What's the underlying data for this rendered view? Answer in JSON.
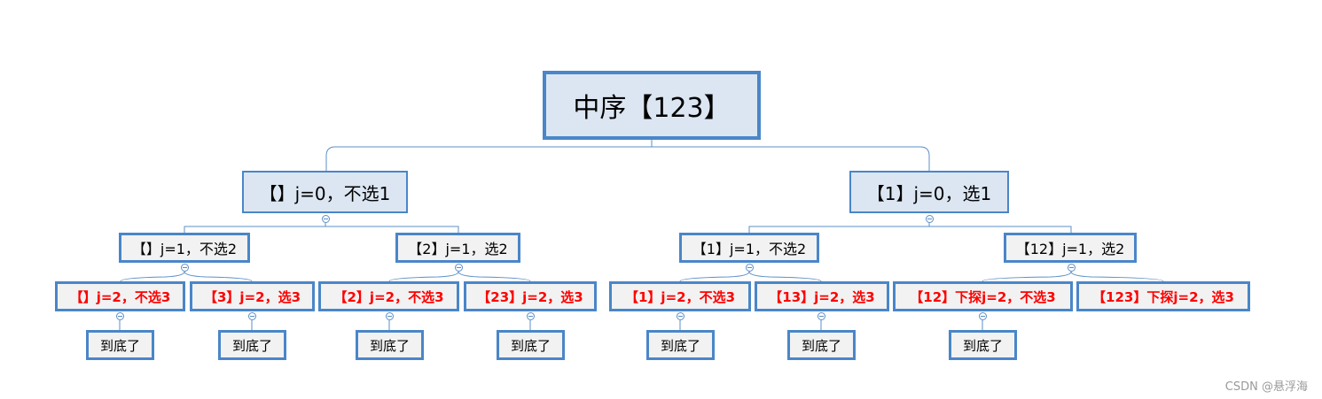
{
  "root": {
    "label": "中序【123】"
  },
  "level1": [
    {
      "label": "【】j=0，不选1"
    },
    {
      "label": "【1】j=0，选1"
    }
  ],
  "level2": [
    {
      "label": "【】j=1，不选2"
    },
    {
      "label": "【2】j=1，选2"
    },
    {
      "label": "【1】j=1，不选2"
    },
    {
      "label": "【12】j=1，选2"
    }
  ],
  "level3": [
    {
      "label": "【】j=2，不选3"
    },
    {
      "label": "【3】j=2，选3"
    },
    {
      "label": "【2】j=2，不选3"
    },
    {
      "label": "【23】j=2，选3"
    },
    {
      "label": "【1】j=2，不选3"
    },
    {
      "label": "【13】j=2，选3"
    },
    {
      "label": "【12】下探j=2，不选3"
    },
    {
      "label": "【123】下探j=2，选3"
    }
  ],
  "leaves": [
    {
      "label": "到底了"
    },
    {
      "label": "到底了"
    },
    {
      "label": "到底了"
    },
    {
      "label": "到底了"
    },
    {
      "label": "到底了"
    },
    {
      "label": "到底了"
    },
    {
      "label": "到底了"
    }
  ],
  "watermark": "CSDN @悬浮海",
  "colors": {
    "border": "#4a86c8",
    "line": "#5b8fc9",
    "highlight_text": "#ff0000",
    "top_fill": "#dce6f2",
    "node_fill": "#f2f2f2"
  }
}
